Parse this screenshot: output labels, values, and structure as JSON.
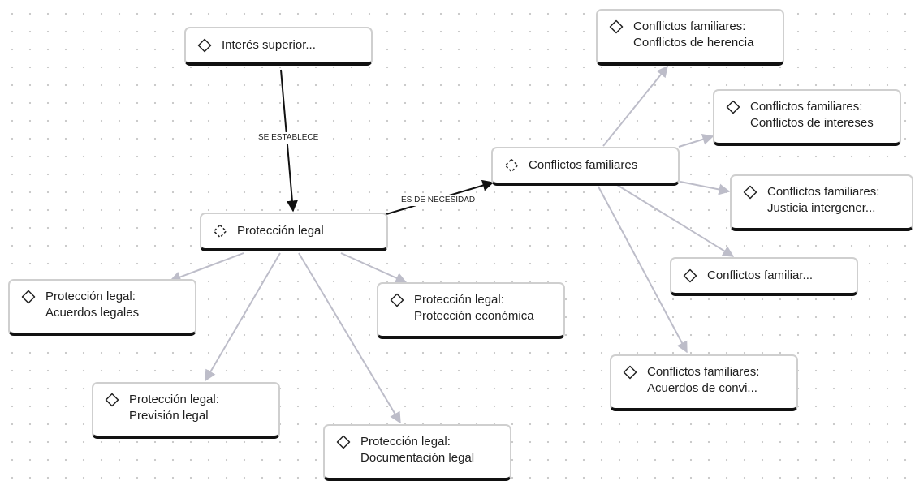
{
  "colors": {
    "edge_primary": "#111111",
    "edge_secondary": "#bdbdc9",
    "node_border": "#cfcfcf",
    "node_accent": "#111111"
  },
  "edge_labels": {
    "se_establece": "SE ESTABLECE",
    "es_de_necesidad": "ES DE NECESIDAD"
  },
  "nodes": {
    "interes_superior": {
      "icon": "diamond-icon",
      "line1": "Interés superior..."
    },
    "proteccion_legal": {
      "icon": "dashed-diamond-icon",
      "line1": "Protección legal"
    },
    "conflictos_familiares": {
      "icon": "dashed-diamond-icon",
      "line1": "Conflictos familiares"
    },
    "pl_acuerdos": {
      "icon": "diamond-icon",
      "line1": "Protección legal:",
      "line2": "Acuerdos legales"
    },
    "pl_prevision": {
      "icon": "diamond-icon",
      "line1": "Protección legal:",
      "line2": "Previsión legal"
    },
    "pl_documentacion": {
      "icon": "diamond-icon",
      "line1": "Protección legal:",
      "line2": "Documentación legal"
    },
    "pl_economica": {
      "icon": "diamond-icon",
      "line1": "Protección legal:",
      "line2": "Protección económica"
    },
    "cf_herencia": {
      "icon": "diamond-icon",
      "line1": "Conflictos familiares:",
      "line2": "Conflictos de herencia"
    },
    "cf_intereses": {
      "icon": "diamond-icon",
      "line1": "Conflictos familiares:",
      "line2": "Conflictos de intereses"
    },
    "cf_justicia": {
      "icon": "diamond-icon",
      "line1": "Conflictos familiares:",
      "line2": "Justicia intergener..."
    },
    "cf_familiar": {
      "icon": "diamond-icon",
      "line1": "Conflictos familiar..."
    },
    "cf_acuerdos": {
      "icon": "diamond-icon",
      "line1": "Conflictos familiares:",
      "line2": "Acuerdos de convi..."
    }
  }
}
